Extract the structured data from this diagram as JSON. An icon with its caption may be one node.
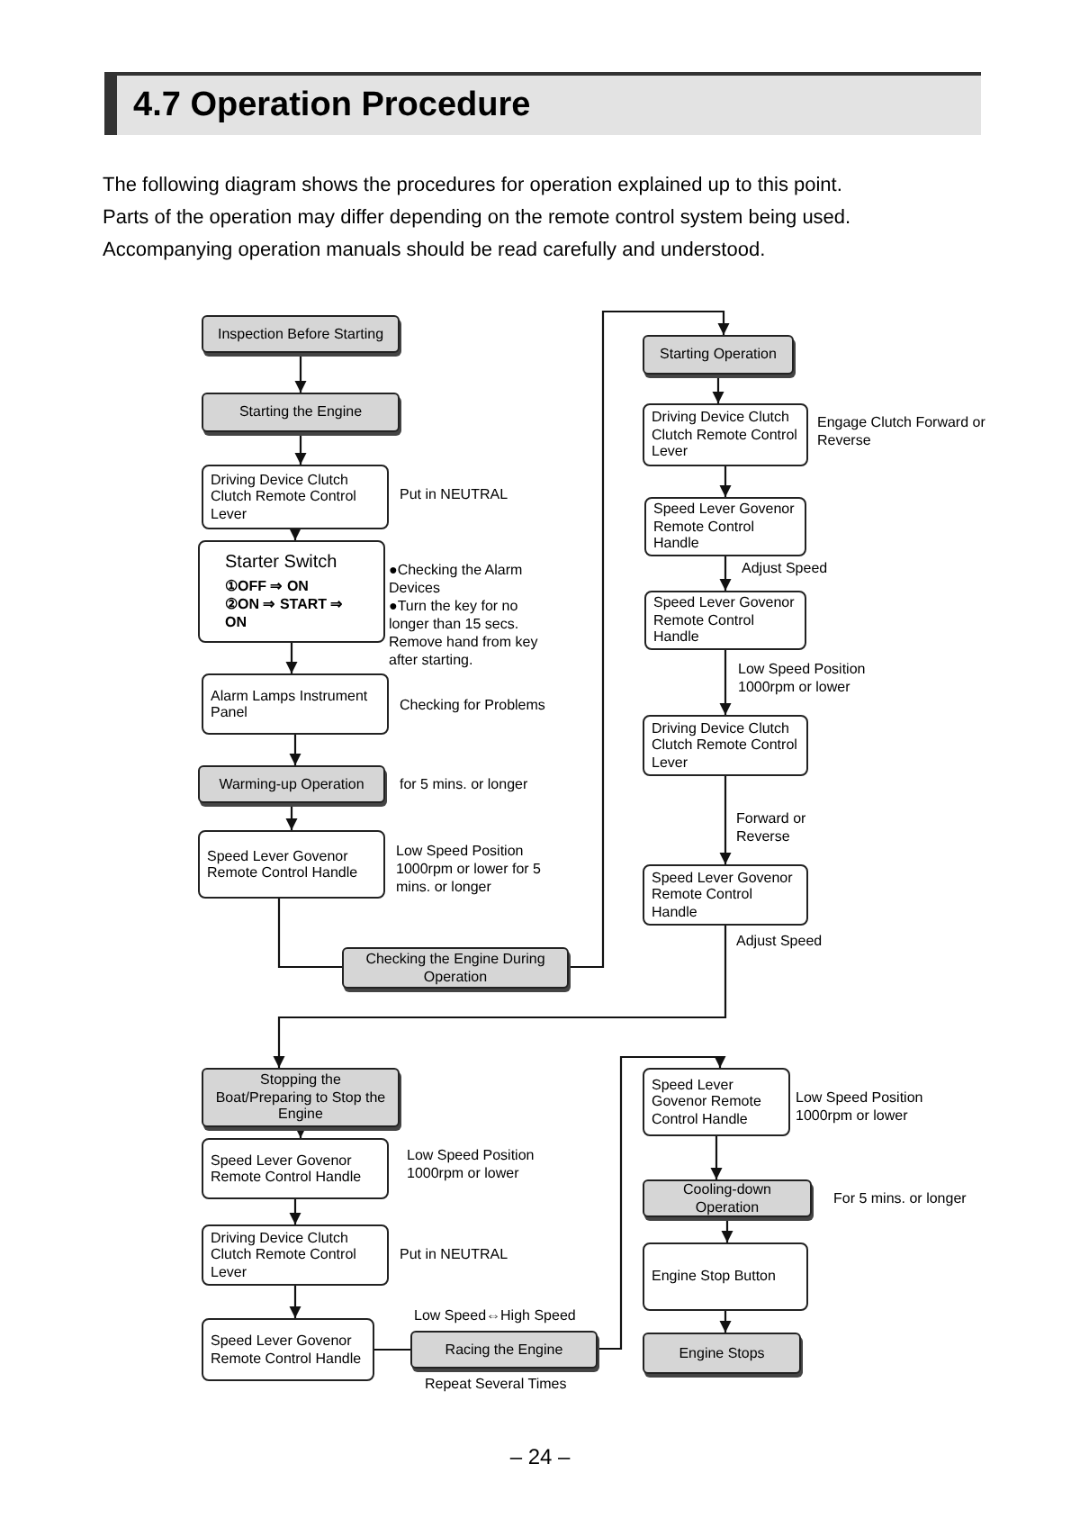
{
  "diagram": {
    "title": "4.7 Operation Procedure",
    "nodes": [
      {
        "text": [
          "Inspection Before Starting"
        ]
      },
      {
        "text": [
          "Starting the Engine"
        ]
      },
      {
        "text": [
          "Driving Device Clutch Clutch Remote Control Lever"
        ],
        "beside": [
          "Put in NEUTRAL"
        ]
      },
      {
        "text": [
          "Starter Switch",
          "①OFF ⇒ ON",
          "②ON ⇒ START ⇒ ON"
        ],
        "beside": [
          "●Checking the Alarm Devices",
          "●Turn the key for no longer than 15 secs. Remove hand from key after starting."
        ]
      },
      {
        "text": [
          "Alarm Lamps Instrument Panel"
        ],
        "beside": [
          "Checking for Problems"
        ]
      },
      {
        "text": [
          "Warming-up Operation"
        ],
        "beside": [
          "for 5 mins. or longer"
        ]
      },
      {
        "text": [
          "Speed Lever Govenor Remote Control Handle"
        ],
        "beside": [
          "Low Speed Position 1000rpm or lower for 5 mins. or longer"
        ]
      },
      {
        "text": [
          "Checking the Engine During Operation"
        ]
      },
      {
        "text": [
          "Starting Operation"
        ]
      },
      {
        "text": [
          "Driving Device Clutch Clutch Remote Control Lever"
        ],
        "beside": [
          "Engage Clutch Forward or Reverse"
        ]
      },
      {
        "text": [
          "Speed Lever Govenor Remote Control Handle"
        ]
      },
      {
        "text": [
          "Speed Lever Govenor Remote Control Handle"
        ]
      },
      {
        "text": [
          "Driving Device Clutch Clutch Remote Control Lever"
        ]
      },
      {
        "text": [
          "Speed Lever Govenor Remote Control Handle"
        ]
      },
      {
        "text": [
          "Stopping the Boat/Preparing to Stop the Engine"
        ]
      },
      {
        "text": [
          "Speed Lever Govenor Remote Control Handle"
        ],
        "beside": [
          "Low Speed Position 1000rpm or lower"
        ]
      },
      {
        "text": [
          "Driving Device Clutch Clutch Remote Control Lever"
        ],
        "beside": [
          "Put in NEUTRAL"
        ]
      },
      {
        "text": [
          "Speed Lever Govenor Remote Control Handle"
        ]
      },
      {
        "text": [
          "Racing the Engine"
        ],
        "beside": [
          "Low Speed⇔High Speed",
          "Repeat Several Times"
        ]
      },
      {
        "text": [
          "Speed Lever Govenor Remote Control Handle"
        ],
        "beside": [
          "Low Speed Position 1000rpm or lower"
        ]
      },
      {
        "text": [
          "Cooling-down Operation"
        ],
        "beside": [
          "For 5 mins. or longer"
        ]
      },
      {
        "text": [
          "Engine Stop Button"
        ]
      },
      {
        "text": [
          "Engine Stops"
        ]
      }
    ],
    "edges": [
      {
        "from": 0,
        "to": 1,
        "arrow": "to"
      },
      {
        "from": 1,
        "to": 2,
        "arrow": "to"
      },
      {
        "from": 2,
        "to": 3,
        "arrow": "to"
      },
      {
        "from": 3,
        "to": 4,
        "arrow": "to"
      },
      {
        "from": 4,
        "to": 5,
        "arrow": "to"
      },
      {
        "from": 5,
        "to": 6,
        "arrow": "to"
      },
      {
        "from": 6,
        "to": 7,
        "arrow": "none"
      },
      {
        "from": 7,
        "to": 8,
        "arrow": "to"
      },
      {
        "from": 8,
        "to": 9,
        "arrow": "to"
      },
      {
        "from": 9,
        "to": 10,
        "arrow": "to"
      },
      {
        "from": 10,
        "to": 11,
        "arrow": "to",
        "label": "Adjust Speed"
      },
      {
        "from": 11,
        "to": 12,
        "arrow": "to",
        "label": "Low Speed Position 1000rpm or lower"
      },
      {
        "from": 12,
        "to": 13,
        "arrow": "to",
        "label": "Forward or Reverse"
      },
      {
        "from": 13,
        "to": 14,
        "arrow": "to",
        "label": "Adjust Speed"
      },
      {
        "from": 14,
        "to": 15,
        "arrow": "to"
      },
      {
        "from": 15,
        "to": 16,
        "arrow": "to"
      },
      {
        "from": 16,
        "to": 17,
        "arrow": "to"
      },
      {
        "from": 17,
        "to": 18,
        "arrow": "none"
      },
      {
        "from": 18,
        "to": 19,
        "arrow": "to"
      },
      {
        "from": 19,
        "to": 20,
        "arrow": "to"
      },
      {
        "from": 20,
        "to": 21,
        "arrow": "to"
      },
      {
        "from": 21,
        "to": 22,
        "arrow": "to"
      }
    ],
    "labels": [
      "The following diagram shows the procedures for operation explained up to this point.",
      "Parts of the operation may differ depending on the remote control system being used.",
      "Accompanying operation manuals should be read carefully and understood.",
      "– 24 –"
    ]
  }
}
